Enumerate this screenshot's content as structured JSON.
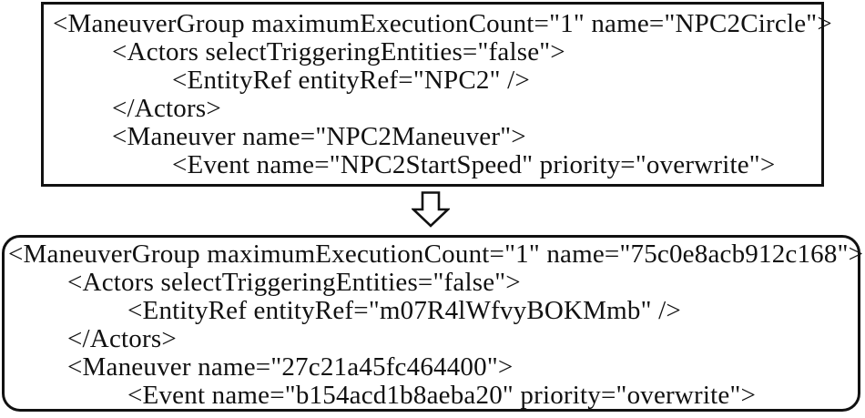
{
  "colors": {
    "text": "#111111",
    "border": "#111111",
    "background": "#ffffff"
  },
  "source_box": {
    "lines": [
      {
        "indent": 0,
        "text": "<ManeuverGroup maximumExecutionCount=\"1\" name=\"NPC2Circle\">"
      },
      {
        "indent": 1,
        "text": "<Actors selectTriggeringEntities=\"false\">"
      },
      {
        "indent": 2,
        "text": "<EntityRef entityRef=\"NPC2\" />"
      },
      {
        "indent": 1,
        "text": "</Actors>"
      },
      {
        "indent": 1,
        "text": "<Maneuver name=\"NPC2Maneuver\">"
      },
      {
        "indent": 2,
        "text": "<Event name=\"NPC2StartSpeed\" priority=\"overwrite\">"
      }
    ]
  },
  "transform_arrow": {
    "icon": "hollow-down-block-arrow"
  },
  "obfuscated_box": {
    "lines": [
      {
        "indent": 0,
        "text": "<ManeuverGroup maximumExecutionCount=\"1\" name=\"75c0e8acb912c168\">"
      },
      {
        "indent": 1,
        "text": "<Actors selectTriggeringEntities=\"false\">"
      },
      {
        "indent": 2,
        "text": "<EntityRef entityRef=\"m07R4lWfvyBOKMmb\" />"
      },
      {
        "indent": 1,
        "text": "</Actors>"
      },
      {
        "indent": 1,
        "text": "<Maneuver name=\"27c21a45fc464400\">"
      },
      {
        "indent": 2,
        "text": "<Event name=\"b154acd1b8aeba20\" priority=\"overwrite\">"
      }
    ]
  }
}
